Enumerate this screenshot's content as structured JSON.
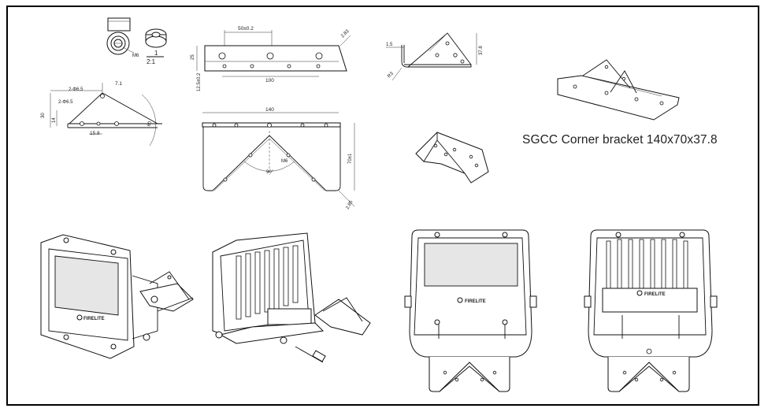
{
  "caption": "SGCC Corner bracket 140x70x37.8",
  "brand": "FIRELITE",
  "dims": {
    "d50": "50±0.2",
    "d2_83": "2.83",
    "d25": "25",
    "d12_5": "12.5±0.2",
    "d100": "100",
    "d1_5": "1.5",
    "d37_8": "37.8",
    "dR3": "R3",
    "d140": "140",
    "d70": "70±1",
    "dM6": "M6",
    "d90": "90°",
    "d2_85": "2.85",
    "d7_1": "7.1",
    "d2_6_5a": "2-Φ6.5",
    "d2_6_5b": "2-Φ6.5",
    "d30": "30",
    "d14": "14",
    "d15_8": "15.8",
    "d60": "60",
    "scale_num": "1",
    "scale_den": "2:1",
    "nut_m6": "M6"
  }
}
